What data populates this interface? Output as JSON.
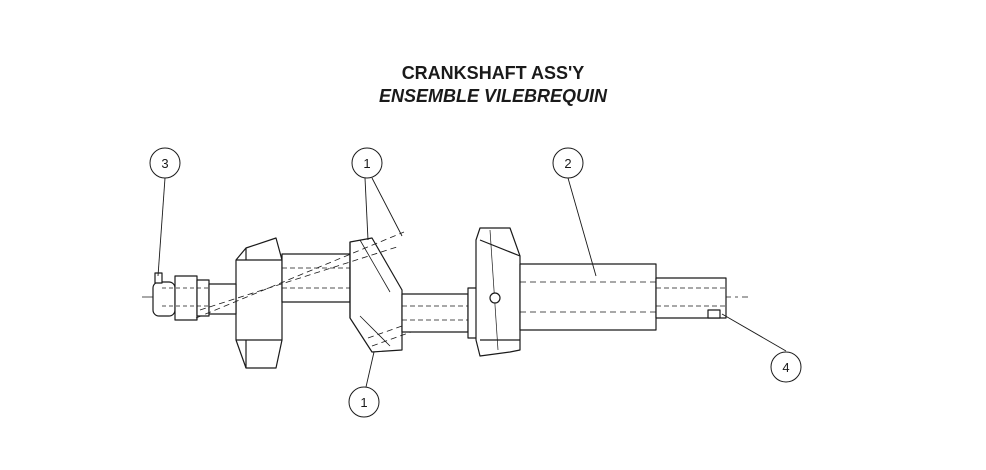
{
  "title": "CRANKSHAFT ASS'Y",
  "subtitle": "ENSEMBLE VILEBREQUIN",
  "callouts": [
    "3",
    "1",
    "2",
    "1",
    "4"
  ],
  "colors": {
    "ink": "#1a1a1a",
    "background": "#ffffff"
  }
}
